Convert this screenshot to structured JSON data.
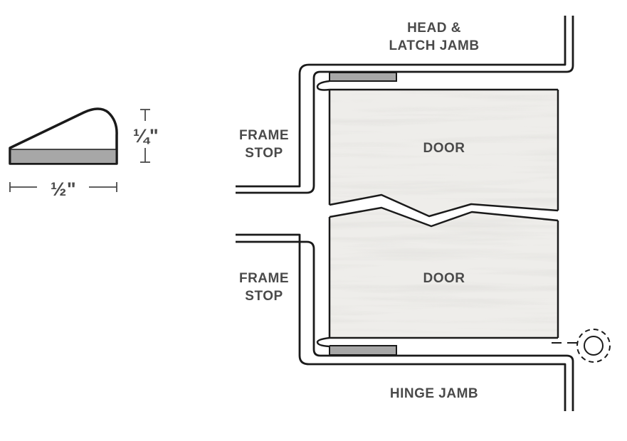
{
  "labels": {
    "head_latch_jamb_line1": "HEAD &",
    "head_latch_jamb_line2": "LATCH JAMB",
    "frame_stop_top_line1": "FRAME",
    "frame_stop_top_line2": "STOP",
    "frame_stop_bottom_line1": "FRAME",
    "frame_stop_bottom_line2": "STOP",
    "door_top": "DOOR",
    "door_bottom": "DOOR",
    "hinge_jamb": "HINGE JAMB"
  },
  "dimensions": {
    "width": "½\"",
    "height": "¼\""
  },
  "colors": {
    "line": "#1a1a1a",
    "seal_fill": "#a7a7a7",
    "text": "#4a4a4a",
    "door_base": "#eeedea"
  }
}
